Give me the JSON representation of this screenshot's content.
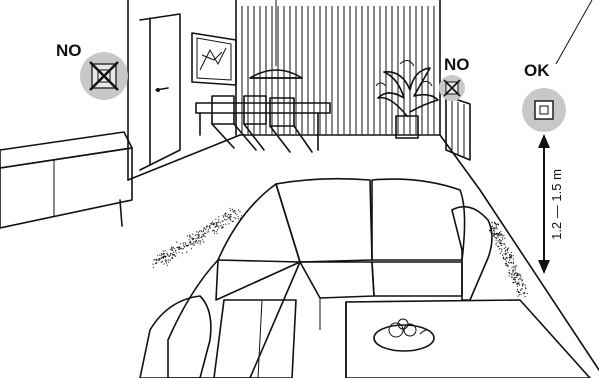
{
  "markers": {
    "no_left": {
      "label": "NO",
      "verdict": "incorrect"
    },
    "no_right": {
      "label": "NO",
      "verdict": "incorrect"
    },
    "ok_right": {
      "label": "OK",
      "verdict": "correct"
    }
  },
  "height_range": {
    "label": "1.2 — 1.5 m"
  },
  "icons": {
    "thermostat": "thermostat-icon",
    "cross": "cross-icon",
    "arrow": "double-arrow-icon"
  },
  "colors": {
    "ink": "#111111",
    "marker_disc": "#c8c8c8",
    "background": "#ffffff"
  }
}
